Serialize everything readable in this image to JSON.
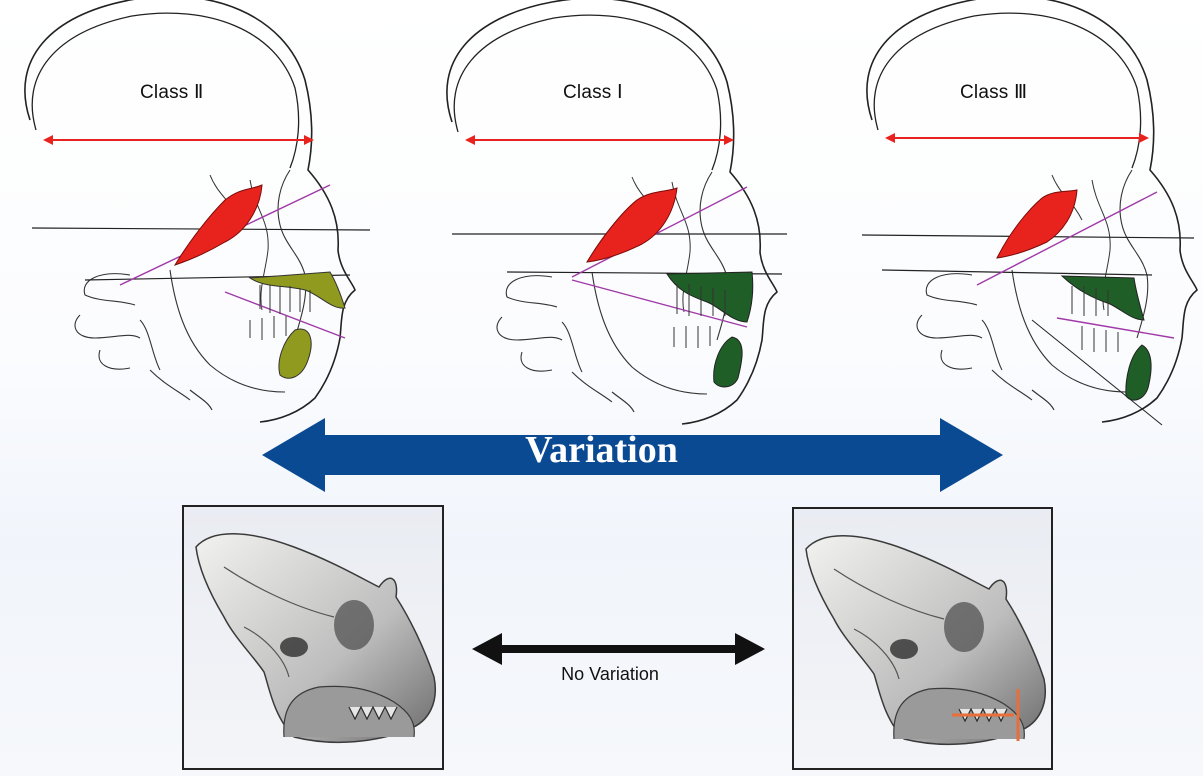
{
  "figures": [
    {
      "label": "Class Ⅱ"
    },
    {
      "label": "Class Ⅰ"
    },
    {
      "label": "Class Ⅲ"
    }
  ],
  "arrow_variation": {
    "label": "Variation",
    "color": "#0a4a93"
  },
  "arrow_no_variation": {
    "label": "No Variation",
    "color": "#111111"
  },
  "colors": {
    "muscle": "#e8231e",
    "measure_arrow": "#e8231e",
    "plane_line": "#a03aa8",
    "class2_teeth": "#8f9a1e",
    "teeth_dark": "#1f5e27",
    "skull_measure": "#e86f3a"
  }
}
